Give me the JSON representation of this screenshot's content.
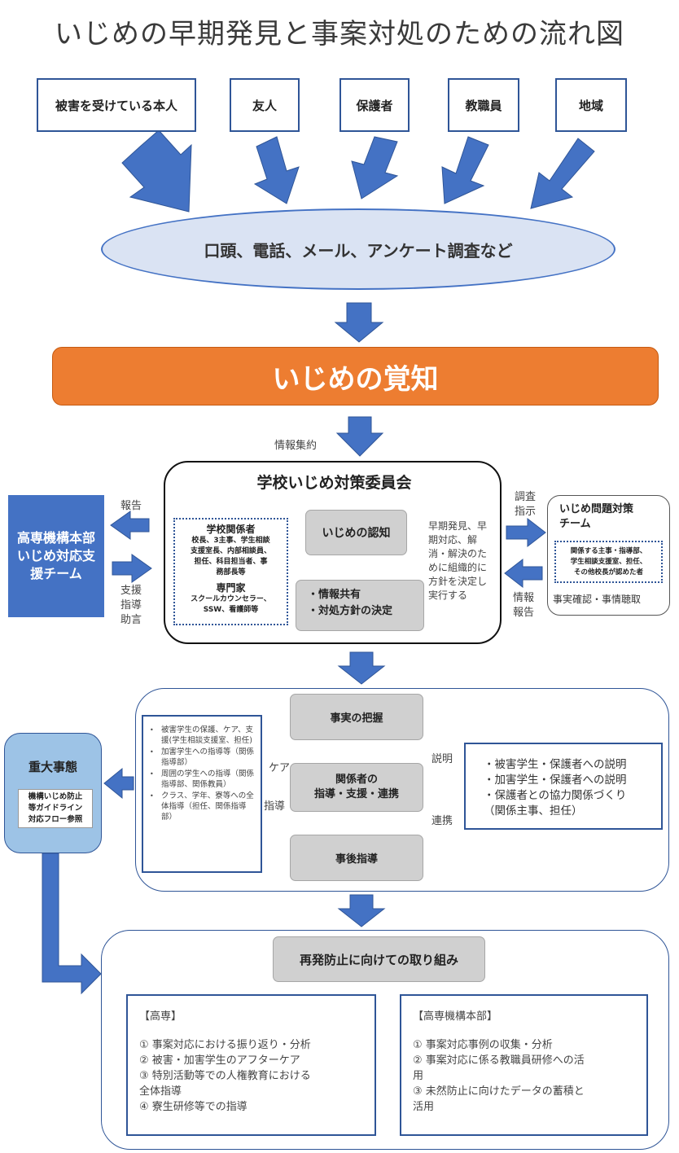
{
  "title": "いじめの早期発見と事案対処のための流れ図",
  "sources": [
    "被害を受けている本人",
    "友人",
    "保護者",
    "教職員",
    "地域"
  ],
  "channels": "口頭、電話、メール、アンケート調査など",
  "awareness": "いじめの覚知",
  "info_aggregation": "情報集約",
  "headquarters": {
    "title": "高専機構本部\nいじめ対応支\n援チーム",
    "report_label": "報告",
    "support_label": "支援\n指導\n助言"
  },
  "committee": {
    "title": "学校いじめ対策委員会",
    "members_school_title": "学校関係者",
    "members_school_text": "校長、3主事、学生相談\n支援室長、内部相談員、\n担任、科目担当者、事\n務部長等",
    "members_expert_title": "専門家",
    "members_expert_text": "スクールカウンセラー、\nSSW、看護師等",
    "recognition": "いじめの認知",
    "decision": "・情報共有\n・対処方針の決定",
    "role_text": "早期発見、早\n期対応、解\n消・解決のた\nめに組織的に\n方針を決定し\n実行する"
  },
  "problem_team": {
    "instruct_label": "調査\n指示",
    "report_label": "情報\n報告",
    "title": "いじめ問題対策\nチーム",
    "members": "関係する主事・指導部、\n学生相談支援室、担任、\nその他校長が認めた者",
    "task": "事実確認・事情聴取"
  },
  "response": {
    "fact": "事実の把握",
    "guidance": "関係者の\n指導・支援・連携",
    "follow_up": "事後指導",
    "care_label": "ケア",
    "guide_label": "指導",
    "explain_label": "説明",
    "cooperation_label": "連携",
    "care_items": [
      "被害学生の保護、ケア、支援(学生相談支援室、担任)",
      "加害学生への指導等（関係指導部）",
      "周囲の学生への指導（関係指導部、関係教員）",
      "クラス、学年、寮等への全体指導（担任、関係指導部）"
    ],
    "explain_text": "・被害学生・保護者への説明\n・加害学生・保護者への説明\n・保護者との協力関係づくり\n（関係主事、担任）"
  },
  "serious": {
    "title": "重大事態",
    "note": "機構いじめ防止\n等ガイドライン\n対応フロー参照"
  },
  "prevention": {
    "title": "再発防止に向けての取り組み",
    "kosen_heading": "【高専】",
    "kosen_items": [
      "①  事案対応における振り返り・分析",
      "②  被害・加害学生のアフターケア",
      "③  特別活動等での人権教育における\n      全体指導",
      "④  寮生研修等での指導"
    ],
    "hq_heading": "【高専機構本部】",
    "hq_items": [
      "①  事案対応事例の収集・分析",
      "②  事案対応に係る教職員研修への活\n      用",
      "③  未然防止に向けたデータの蓄積と\n      活用"
    ]
  },
  "colors": {
    "accent_blue": "#4472c4",
    "dark_blue": "#2f5597",
    "orange": "#ed7d31",
    "light_blue": "#dae3f3",
    "serious_fill": "#9dc3e6",
    "gray": "#d0d0d0"
  }
}
